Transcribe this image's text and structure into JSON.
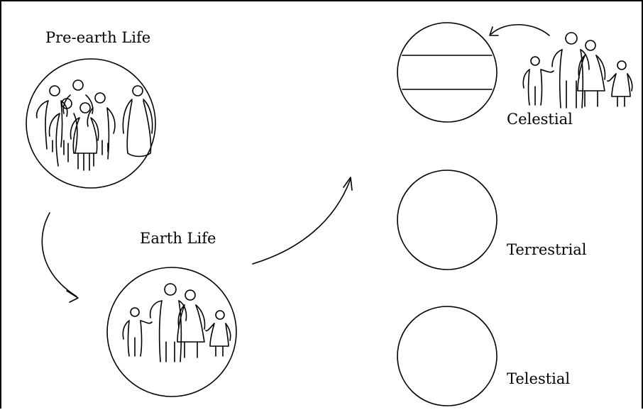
{
  "labels": {
    "pre_earth": "Pre-earth Life",
    "earth": "Earth Life",
    "celestial": "Celestial",
    "terrestrial": "Terrestrial",
    "telestial": "Telestial"
  },
  "colors": {
    "stroke": "#000000",
    "background": "#ffffff"
  }
}
